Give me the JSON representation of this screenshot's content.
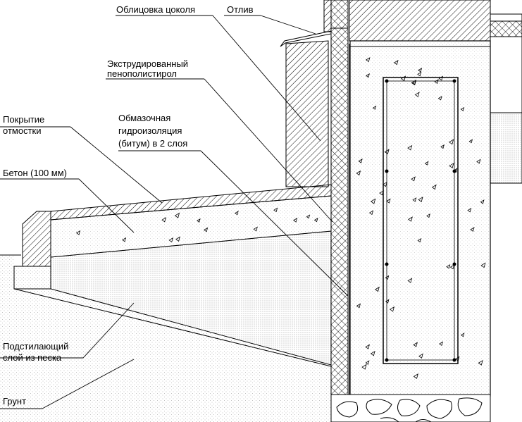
{
  "labels": {
    "plinth_cladding": "Облицовка цоколя",
    "drip_flashing": "Отлив",
    "xps_line1": "Экструдированный",
    "xps_line2": "пенополистирол",
    "paving_line1": "Покрытие",
    "paving_line2": "отмостки",
    "coating_line1": "Обмазочная",
    "coating_line2": "гидроизоляция",
    "coating_line3": "(битум) в 2 слоя",
    "concrete": "Бетон (100 мм)",
    "sand_line1": "Подстилающий",
    "sand_line2": "слой из песка",
    "soil": "Грунт"
  },
  "colors": {
    "ink": "#000000",
    "paper": "#ffffff"
  }
}
